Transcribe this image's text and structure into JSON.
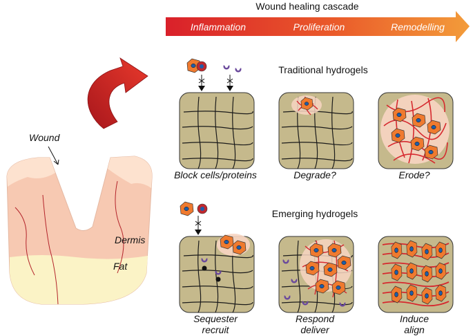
{
  "cascade": {
    "title": "Wound healing cascade",
    "stages": [
      "Inflammation",
      "Proliferation",
      "Remodelling"
    ],
    "colors": {
      "start": "#d9202a",
      "end": "#f39c3a"
    }
  },
  "skin": {
    "wound_label": "Wound",
    "dermis_label": "Dermis",
    "fat_label": "Fat",
    "colors": {
      "dermis": "#f7c9b2",
      "fat": "#fbf3c6",
      "epidermis": "#fde2cf",
      "vessel": "#b3232a"
    }
  },
  "traditional": {
    "title": "Traditional hydrogels",
    "panels": [
      {
        "caption": "Block cells/proteins"
      },
      {
        "caption": "Degrade?"
      },
      {
        "caption": "Erode?"
      }
    ]
  },
  "emerging": {
    "title": "Emerging hydrogels",
    "panels": [
      {
        "caption_line1": "Sequester",
        "caption_line2": "recruit"
      },
      {
        "caption_line1": "Respond",
        "caption_line2": "deliver"
      },
      {
        "caption_line1": "Induce",
        "caption_line2": "align"
      }
    ]
  },
  "icons": [
    "curved-arrow-icon",
    "cell-icon",
    "protein-icon",
    "blocked-arrow-icon",
    "hydrogel-mesh-icon"
  ],
  "hydrogel_color": "#c5b98c"
}
